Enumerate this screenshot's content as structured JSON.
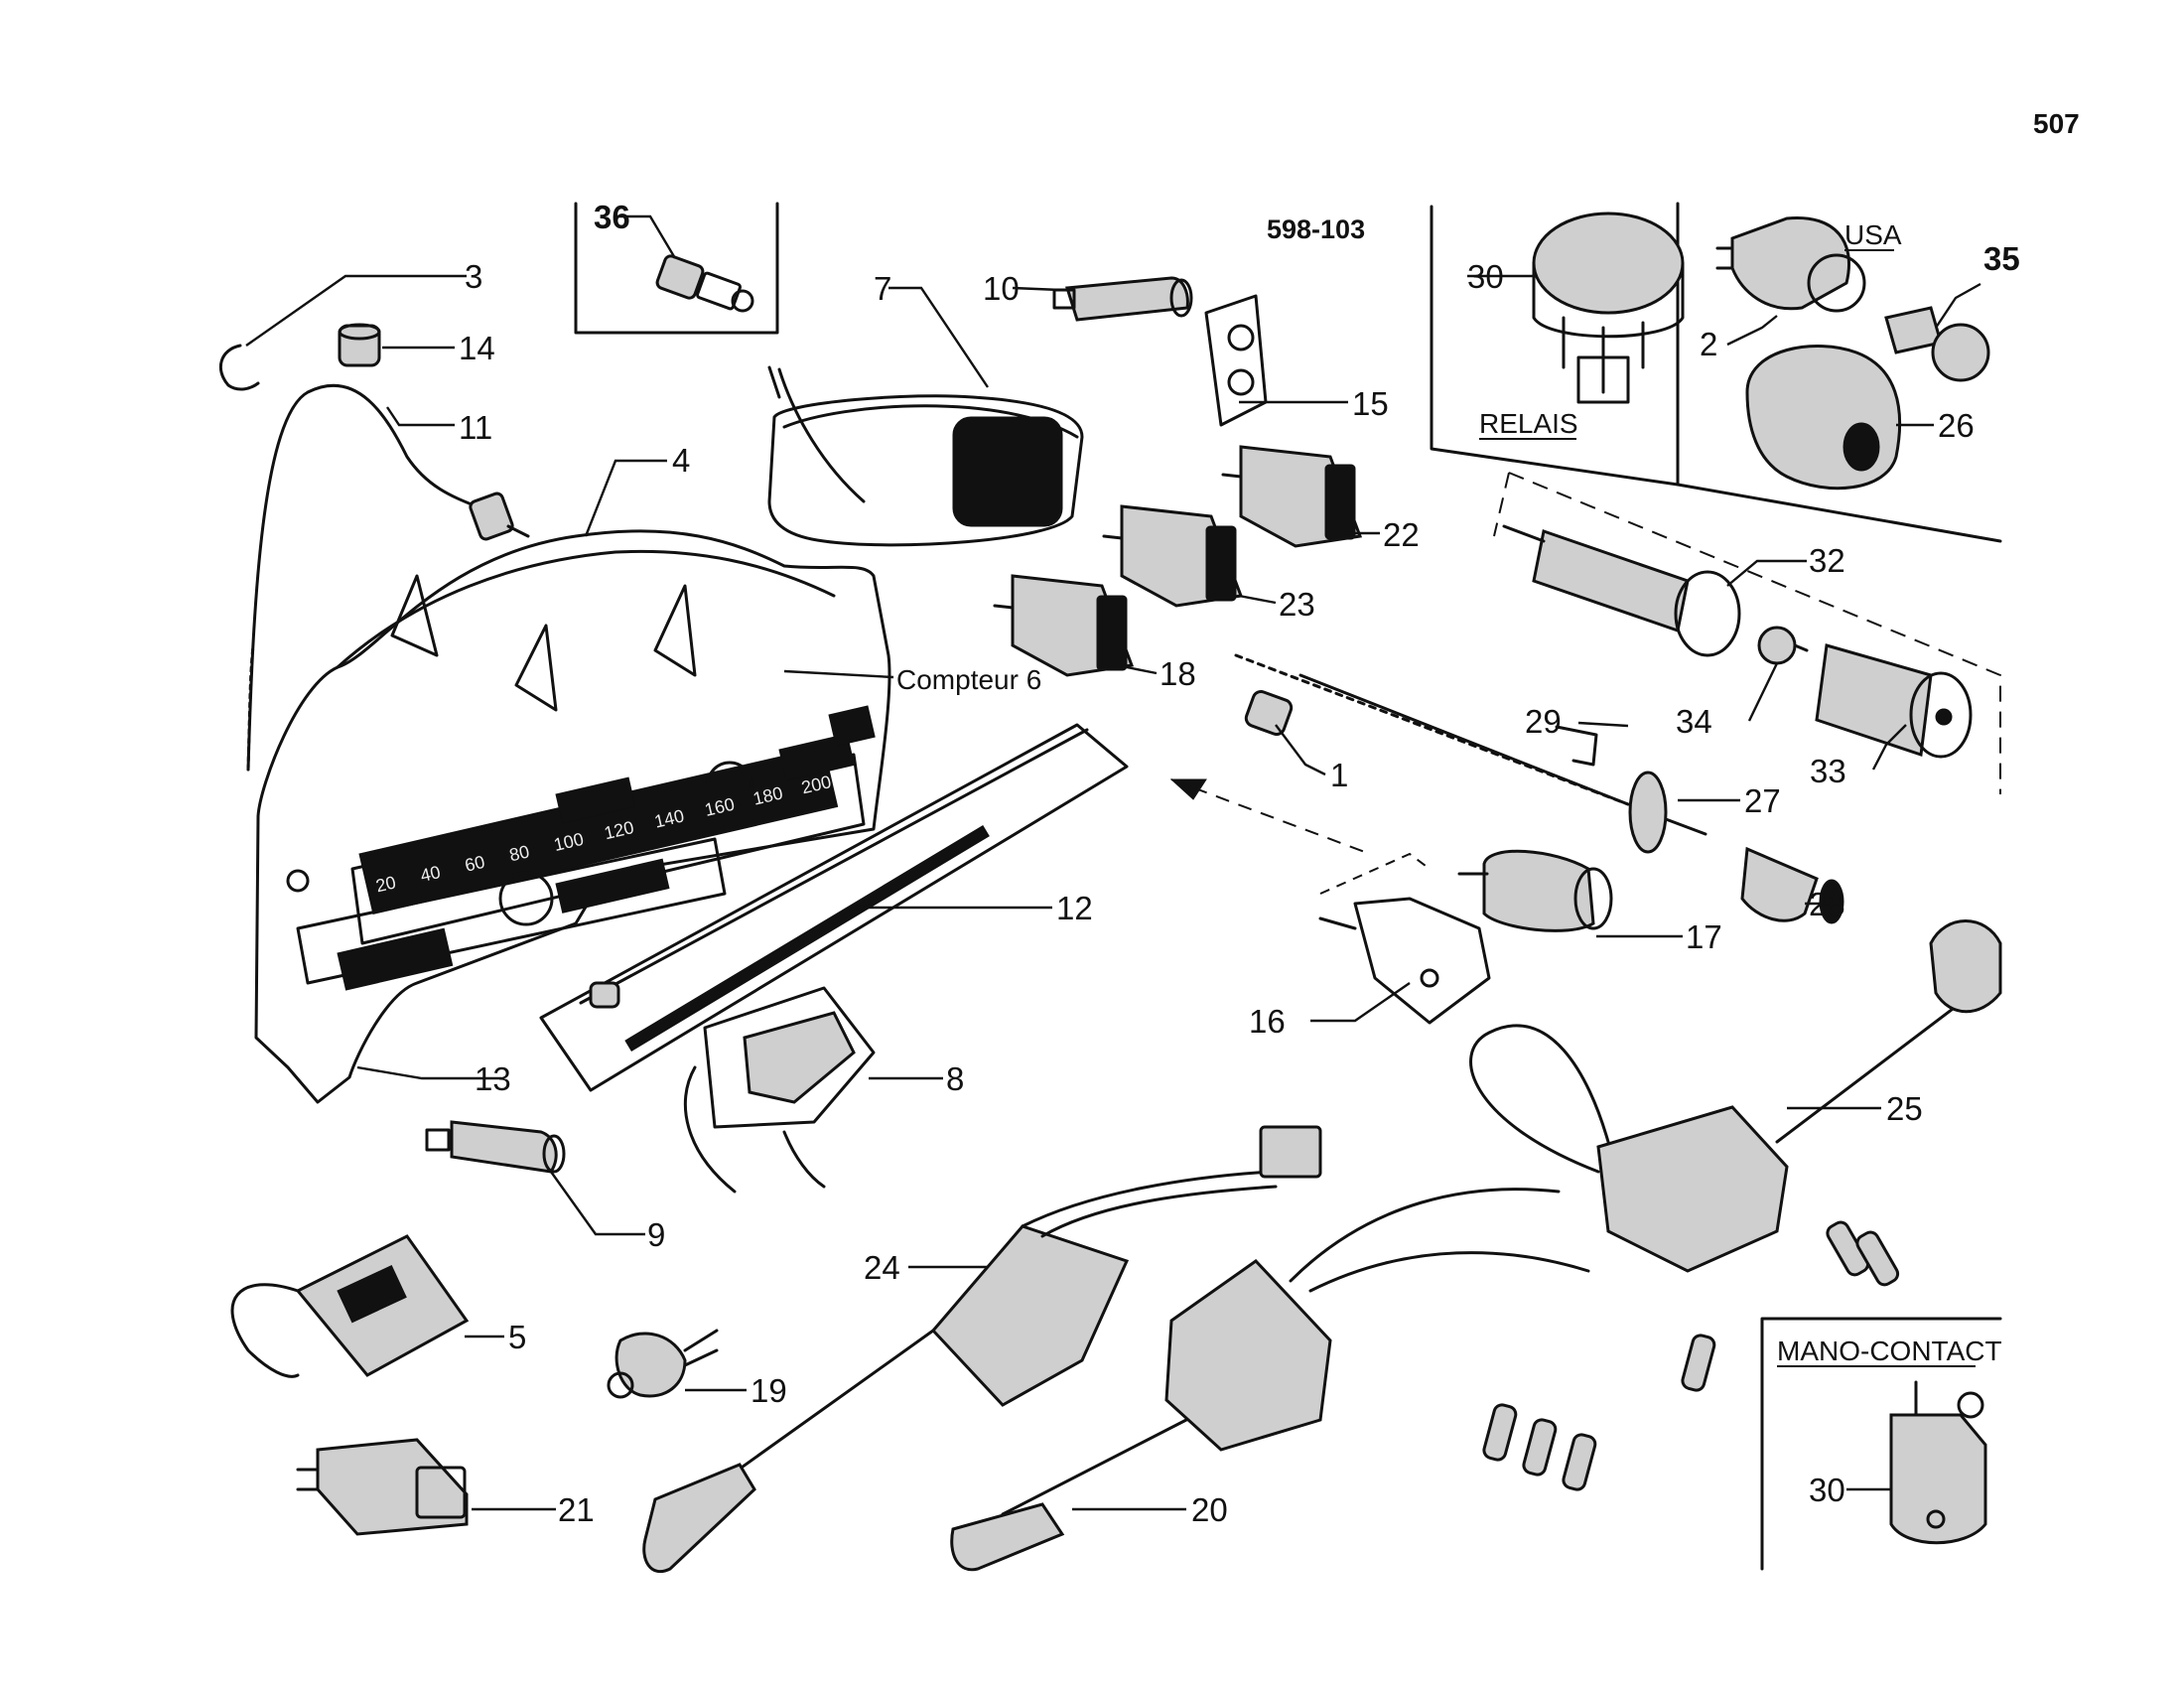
{
  "page_number": "507",
  "reference": "598-103",
  "captions": {
    "relais": "RELAIS",
    "usa": "USA",
    "mano_contact": "MANO-CONTACT",
    "compteur": "Compteur 6"
  },
  "speed_scale": [
    "20",
    "40",
    "60",
    "80",
    "100",
    "120",
    "140",
    "160",
    "180",
    "200"
  ],
  "callouts": {
    "p1": "1",
    "p2": "2",
    "p3": "3",
    "p4": "4",
    "p5": "5",
    "p7": "7",
    "p8": "8",
    "p9": "9",
    "p10": "10",
    "p11": "11",
    "p12": "12",
    "p13": "13",
    "p14": "14",
    "p15": "15",
    "p16": "16",
    "p17": "17",
    "p18": "18",
    "p19": "19",
    "p20": "20",
    "p21": "21",
    "p22": "22",
    "p23": "23",
    "p24": "24",
    "p25": "25",
    "p26": "26",
    "p27": "27",
    "p28": "28",
    "p29": "29",
    "p30a": "30",
    "p30b": "30",
    "p32": "32",
    "p33": "33",
    "p34": "34",
    "p35": "35",
    "p36": "36"
  }
}
